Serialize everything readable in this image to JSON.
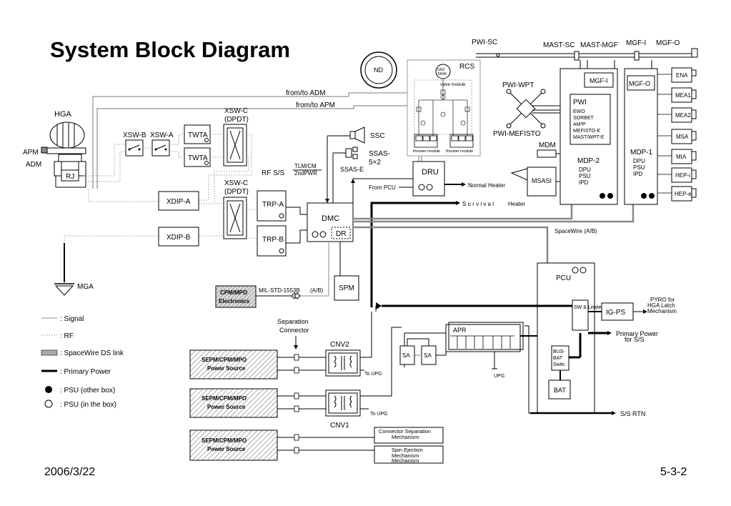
{
  "title": "System Block Diagram",
  "footer": {
    "date": "2006/3/22",
    "page": "5-3-2"
  },
  "labels": {
    "hga": "HGA",
    "apm": "APM",
    "adm": "ADM",
    "rj": "RJ",
    "xsw_b": "XSW-B",
    "xsw_a": "XSW-A",
    "twta": "TWTA",
    "xsw_c": "XSW-C",
    "dpdt": "(DPDT)",
    "from_adm": "from/to ADM",
    "from_apm": "from/to APM",
    "xdip_a": "XDIP-A",
    "xdip_b": "XDIP-B",
    "mga": "MGA",
    "trp_a": "TRP-A",
    "trp_b": "TRP-B",
    "dmc": "DMC",
    "dr": "DR",
    "rf_ss": "RF S/S",
    "tlm_cm": "TLM/CM",
    "second_pwr": "2ndPWR",
    "ssc": "SSC",
    "ssas": "SSAS-",
    "ssas_x2": "5×2",
    "ssas_e": "SSAS-E",
    "nd": "ND",
    "rcs": "RCS",
    "gn2": "GN2",
    "tank": "TANK",
    "valve_module": "valve module",
    "thruster_module": "thruster module",
    "dru": "DRU",
    "from_pcu": "From PCU",
    "normal_heater": "Normal Heater",
    "survival": "S u r v i v a l",
    "heater": "Heater",
    "pwi_sc": "PWI-SC",
    "mast_sc": "MAST-SC",
    "mast_mgf": "MAST-MGF",
    "mgf_i": "MGF-I",
    "mgf_o": "MGF-O",
    "pwi_wpt": "PWI-WPT",
    "pwi_mefisto": "PWI-MEFISTO",
    "mdm": "MDM",
    "msasi": "MSASI",
    "pwi": "PWI",
    "ewo": "EWO",
    "sorbet": "SORBET",
    "amp2": "AM²P",
    "mefisto_e": "MEFISTO-E",
    "mast_wpt": "MAST/WPT-E",
    "mdp2": "MDP-2",
    "mdp1": "MDP-1",
    "dpu": "DPU",
    "psu": "PSU",
    "ipd": "IPD",
    "ena": "ENA",
    "mea1": "MEA1",
    "mea2": "MEA2",
    "msa": "MSA",
    "mia": "MIA",
    "hep_i": "HEP-i",
    "hep_e": "HEP-e",
    "spacewire_ab": "SpaceWire (A/B)",
    "cpm_mpo": "CPM/MPO",
    "electronics": "Electronics",
    "mil_std": "MIL-STD-1553B",
    "ab": "(A/B)",
    "spm": "SPM",
    "separation": "Separation",
    "connector": "Connector",
    "pcu": "PCU",
    "sw_limiter": "SW & Limiter",
    "ig_ps": "IG-PS",
    "pyro": "PYRO for",
    "hga_latch": "HGA Latch",
    "mechanism": "Mechanism",
    "primary_power": "Primary Power",
    "for_ss": "for S/S",
    "apr": "APR",
    "sa": "SA",
    "upg": "UPG",
    "bus_bat": "BUS-",
    "bat_line": "BAT",
    "switc": "Switc",
    "bat": "BAT",
    "ss_rtn": "S/S RTN",
    "cnv1": "CNV1",
    "cnv2": "CNV2",
    "to_upg": "To UPG",
    "sepm": "SEPM/CPM/MPO",
    "power_source": "Power Source",
    "conn_sep": "Connector Separation",
    "spin_ejection": "Spin Ejection"
  },
  "legend": [
    {
      "symbol": "signal",
      "label": ": Signal"
    },
    {
      "symbol": "rf",
      "label": ": RF"
    },
    {
      "symbol": "spacewire",
      "label": ": SpaceWire DS link"
    },
    {
      "symbol": "power",
      "label": ": Primary Power"
    },
    {
      "symbol": "psu-other",
      "label": ": PSU (other box)"
    },
    {
      "symbol": "psu-in",
      "label": ": PSU (in the box)"
    }
  ]
}
